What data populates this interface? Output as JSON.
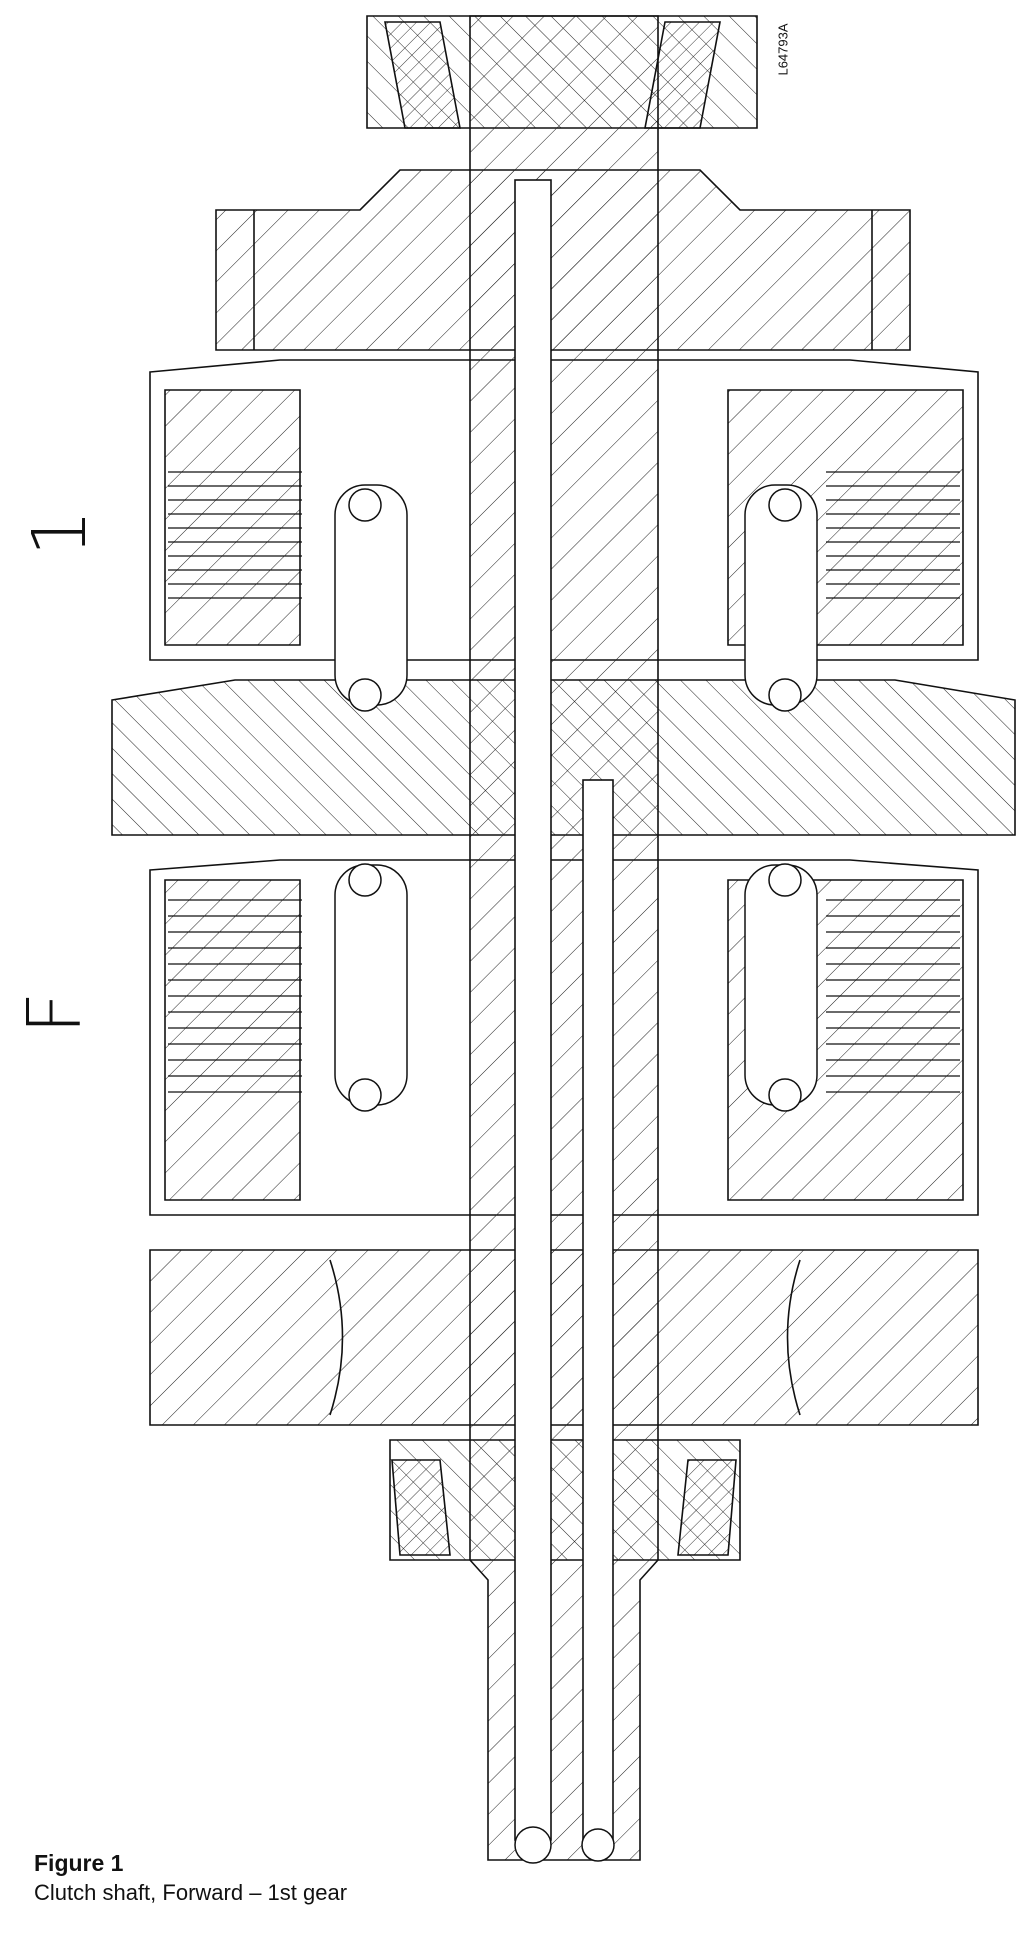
{
  "drawing": {
    "reference_code": "L64793A",
    "side_label_top": "1",
    "side_label_bottom": "F"
  },
  "caption": {
    "figure_label": "Figure 1",
    "description": "Clutch shaft, Forward – 1st gear"
  }
}
